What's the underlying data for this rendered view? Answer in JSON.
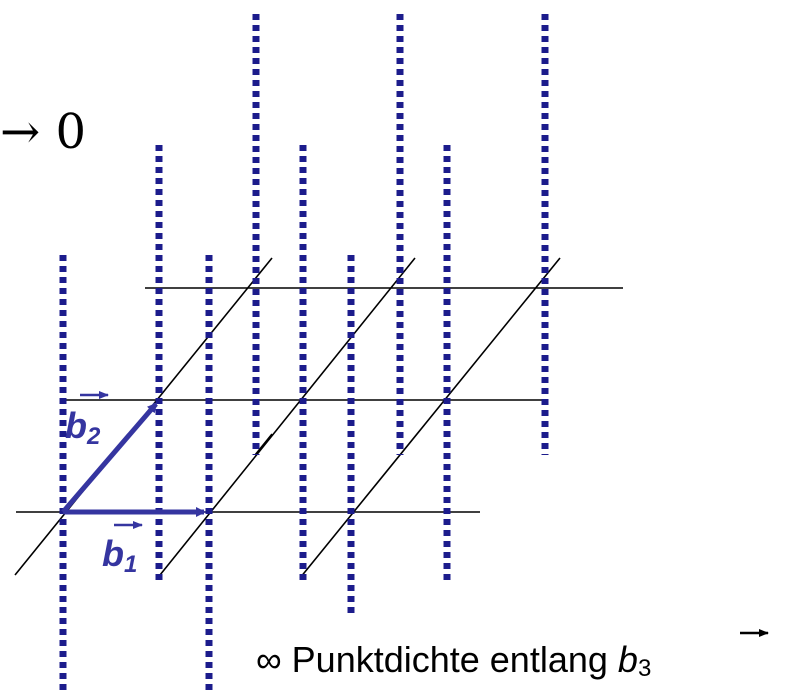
{
  "labels": {
    "limit": "→ 0",
    "vector_b2": "b",
    "vector_b2_sub": "2",
    "vector_b1": "b",
    "vector_b1_sub": "1",
    "caption_prefix": "∞ Punktdichte entlang",
    "caption_vector": "b",
    "caption_vector_sub": "3"
  },
  "colors": {
    "dots": "#1c1c8c",
    "vectors": "#3535a0",
    "lines": "#000000"
  }
}
